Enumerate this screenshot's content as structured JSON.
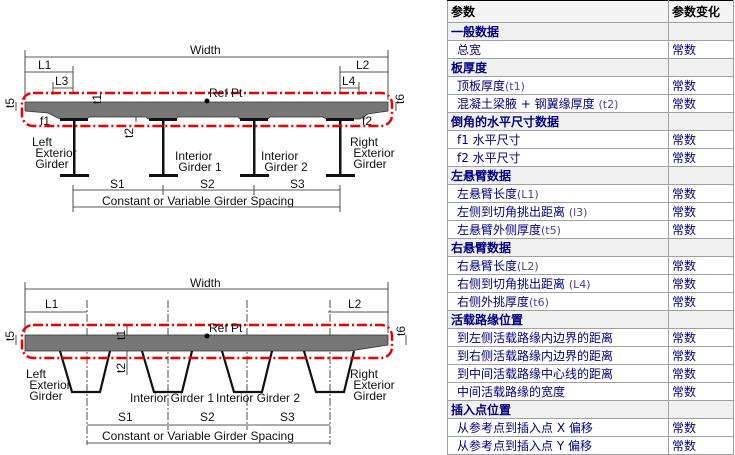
{
  "diagram_top": {
    "width": "Width",
    "L1": "L1",
    "L2": "L2",
    "L3": "L3",
    "L4": "L4",
    "t1": "t1",
    "t2": "t2",
    "t5": "t5",
    "t6": "t6",
    "f1": "f1",
    "f2": "f2",
    "ref_pt": "Ref Pt",
    "girders": [
      "Left Exterior Girder",
      "Interior Girder 1",
      "Interior Girder 2",
      "Right Exterior Girder"
    ],
    "S1": "S1",
    "S2": "S2",
    "S3": "S3",
    "spacing": "Constant or Variable Girder Spacing"
  },
  "diagram_bottom": {
    "width": "Width",
    "L1": "L1",
    "L2": "L2",
    "t1": "t1",
    "t2": "t2",
    "t5": "t5",
    "t6": "t6",
    "ref_pt": "Ref Pt",
    "girders": [
      "Left Exterior Girder",
      "Interior Girder 1",
      "Interior Girder 2",
      "Right Exterior Girder"
    ],
    "S1": "S1",
    "S2": "S2",
    "S3": "S3",
    "spacing": "Constant or Variable Girder Spacing"
  },
  "table": {
    "headers": [
      "参数",
      "参数变化"
    ],
    "rows": [
      {
        "group": "一般数据"
      },
      {
        "label": "总宽",
        "code": "",
        "value": "常数"
      },
      {
        "group": "板厚度"
      },
      {
        "label": "顶板厚度",
        "code": "(t1)",
        "value": "常数"
      },
      {
        "label": "混凝土梁腋 + 钢翼缘厚度 ",
        "code": "(t2)",
        "value": "常数"
      },
      {
        "group": "倒角的水平尺寸数据"
      },
      {
        "label": "f1 水平尺寸",
        "code": "",
        "value": "常数"
      },
      {
        "label": "f2 水平尺寸",
        "code": "",
        "value": "常数"
      },
      {
        "group": "左悬臂数据"
      },
      {
        "label": "左悬臂长度",
        "code": "(L1)",
        "value": "常数"
      },
      {
        "label": "左侧到切角挑出距离 ",
        "code": "(l3)",
        "value": "常数"
      },
      {
        "label": "左悬臂外侧厚度",
        "code": "(t5)",
        "value": "常数"
      },
      {
        "group": "右悬臂数据"
      },
      {
        "label": "右悬臂长度",
        "code": "(L2)",
        "value": "常数"
      },
      {
        "label": "右侧到切角挑出距离 ",
        "code": "(L4)",
        "value": "常数"
      },
      {
        "label": "右侧外挑厚度",
        "code": "(t6)",
        "value": "常数"
      },
      {
        "group": "活载路缘位置"
      },
      {
        "label": "到左侧活载路缘内边界的距离",
        "code": "",
        "value": "常数"
      },
      {
        "label": "到右侧活载路缘内边界的距离",
        "code": "",
        "value": "常数"
      },
      {
        "label": "到中间活载路缘中心线的距离",
        "code": "",
        "value": "常数"
      },
      {
        "label": "中间活载路缘的宽度",
        "code": "",
        "value": "常数"
      },
      {
        "group": "插入点位置"
      },
      {
        "label": "从参考点到插入点 X 偏移",
        "code": "",
        "value": "常数"
      },
      {
        "label": "从参考点到插入点 Y 偏移",
        "code": "",
        "value": "常数"
      }
    ]
  }
}
